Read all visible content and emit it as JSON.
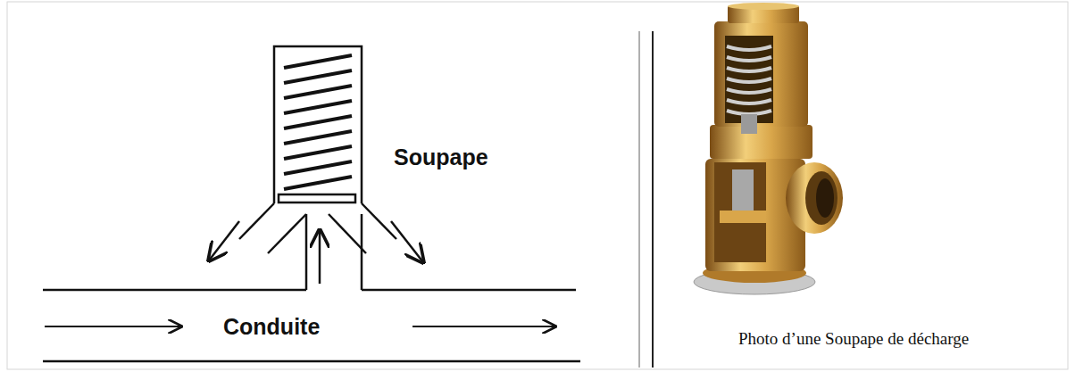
{
  "diagram": {
    "caption": "Photo d’une Soupape de décharge",
    "labels": [
      "Soupape",
      "Conduite"
    ]
  }
}
